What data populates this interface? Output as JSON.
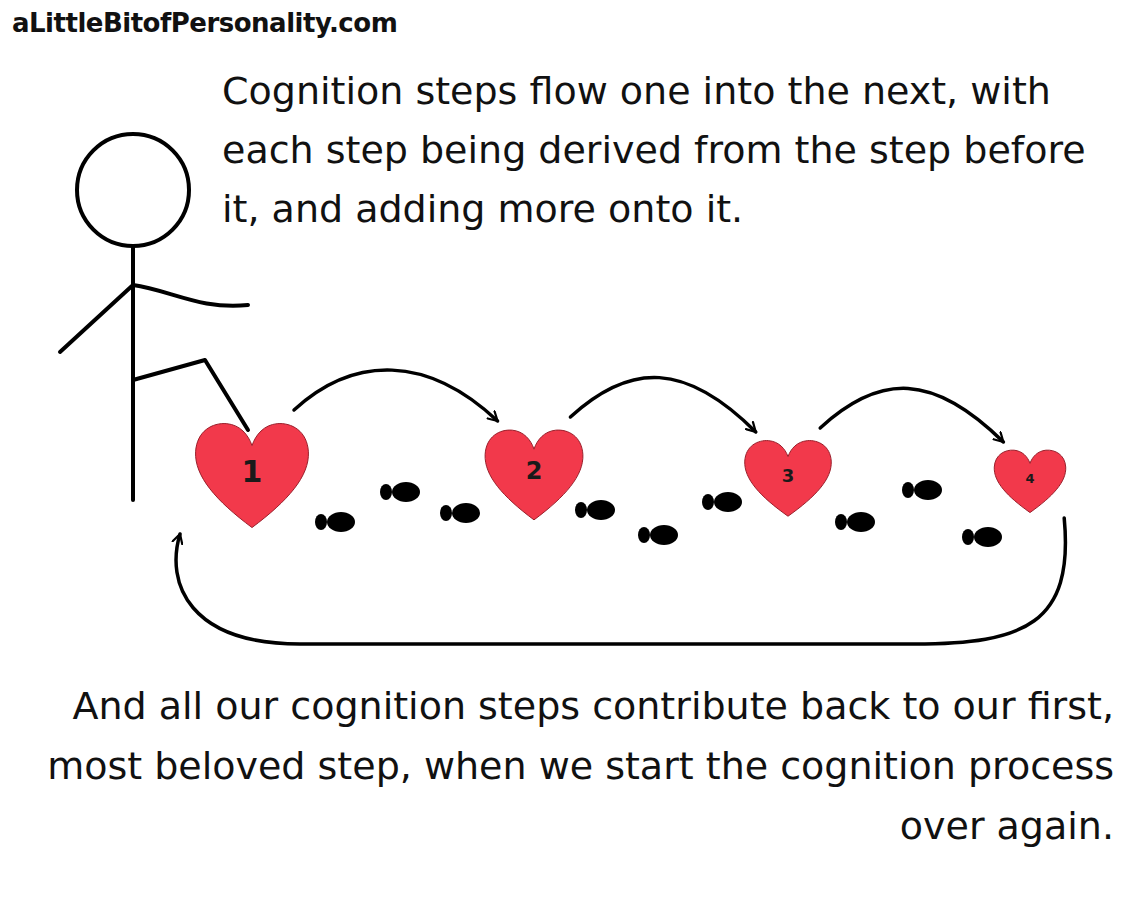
{
  "diagram": {
    "nodes": [
      {
        "text": [
          "1"
        ]
      },
      {
        "text": [
          "2"
        ]
      },
      {
        "text": [
          "3"
        ]
      },
      {
        "text": [
          "4"
        ]
      }
    ],
    "edges": [
      {
        "from": 0,
        "to": 1,
        "arrow": "to"
      },
      {
        "from": 1,
        "to": 2,
        "arrow": "to"
      },
      {
        "from": 2,
        "to": 3,
        "arrow": "to"
      },
      {
        "from": 3,
        "to": 0,
        "arrow": "to"
      }
    ],
    "labels": [
      "aLittleBitofPersonality.com",
      "Cognition steps flow one into the next, with each step being derived from the step before it, and adding more onto it.",
      "And all our cognition steps contribute back to our first, most beloved step, when we start the cognition process over again."
    ]
  }
}
